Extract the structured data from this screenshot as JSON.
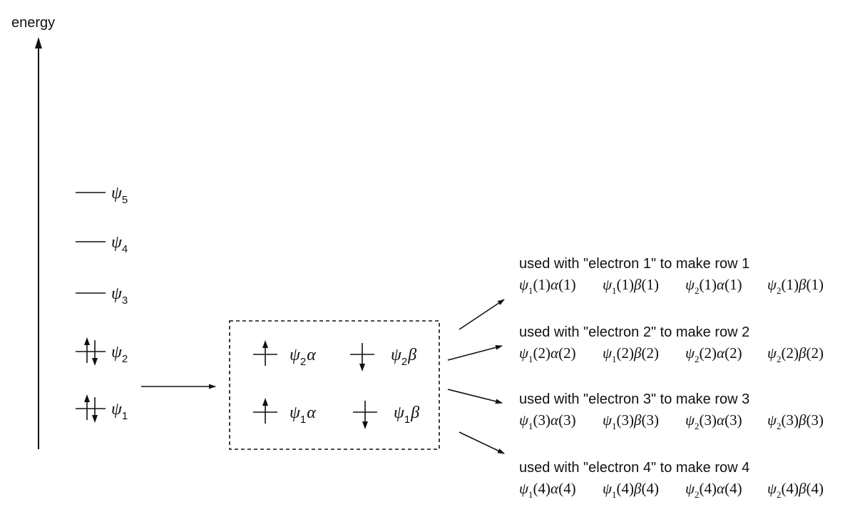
{
  "axis_label": "energy",
  "orbitals": [
    {
      "symbol": "ψ",
      "index": "5",
      "occupied": false
    },
    {
      "symbol": "ψ",
      "index": "4",
      "occupied": false
    },
    {
      "symbol": "ψ",
      "index": "3",
      "occupied": false
    },
    {
      "symbol": "ψ",
      "index": "2",
      "occupied": true
    },
    {
      "symbol": "ψ",
      "index": "1",
      "occupied": true
    }
  ],
  "spin_orbitals": [
    {
      "orbital_index": "2",
      "spin": "α",
      "direction": "up"
    },
    {
      "orbital_index": "2",
      "spin": "β",
      "direction": "down"
    },
    {
      "orbital_index": "1",
      "spin": "α",
      "direction": "up"
    },
    {
      "orbital_index": "1",
      "spin": "β",
      "direction": "down"
    }
  ],
  "rows": [
    {
      "caption": "used with \"electron 1\" to make row 1",
      "electron": "1",
      "terms": [
        {
          "psi": "1",
          "spin": "α"
        },
        {
          "psi": "1",
          "spin": "β"
        },
        {
          "psi": "2",
          "spin": "α"
        },
        {
          "psi": "2",
          "spin": "β"
        }
      ]
    },
    {
      "caption": "used with \"electron 2\" to make row 2",
      "electron": "2",
      "terms": [
        {
          "psi": "1",
          "spin": "α"
        },
        {
          "psi": "1",
          "spin": "β"
        },
        {
          "psi": "2",
          "spin": "α"
        },
        {
          "psi": "2",
          "spin": "β"
        }
      ]
    },
    {
      "caption": "used with \"electron 3\" to make row 3",
      "electron": "3",
      "terms": [
        {
          "psi": "1",
          "spin": "α"
        },
        {
          "psi": "1",
          "spin": "β"
        },
        {
          "psi": "2",
          "spin": "α"
        },
        {
          "psi": "2",
          "spin": "β"
        }
      ]
    },
    {
      "caption": "used with \"electron 4\" to make row 4",
      "electron": "4",
      "terms": [
        {
          "psi": "1",
          "spin": "α"
        },
        {
          "psi": "1",
          "spin": "β"
        },
        {
          "psi": "2",
          "spin": "α"
        },
        {
          "psi": "2",
          "spin": "β"
        }
      ]
    }
  ]
}
